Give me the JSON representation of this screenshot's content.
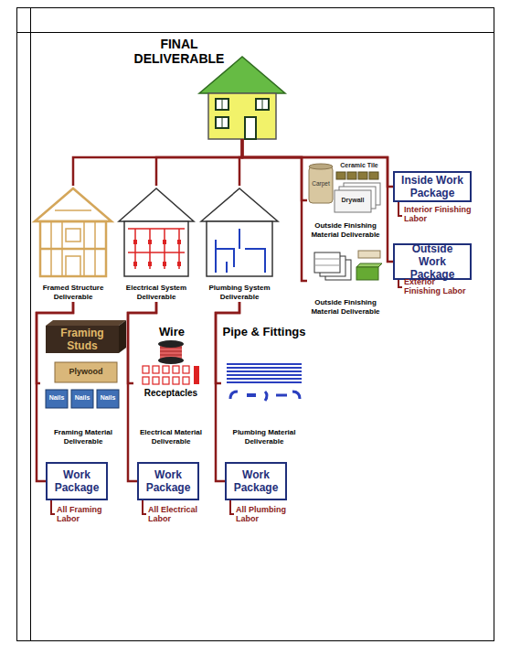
{
  "diagram": {
    "nodes": [
      {
        "text": [
          "FINAL DELIVERABLE"
        ]
      },
      {
        "text": [
          "Framed Structure Deliverable"
        ]
      },
      {
        "text": [
          "Electrical System Deliverable"
        ]
      },
      {
        "text": [
          "Plumbing System Deliverable"
        ]
      },
      {
        "text": [
          "Outside Finishing Material Deliverable"
        ]
      },
      {
        "text": [
          "Inside Work Package"
        ]
      },
      {
        "text": [
          "Outside Work Package"
        ]
      },
      {
        "text": [
          "Outside Finishing Material Deliverable"
        ]
      },
      {
        "text": [
          "Framing Material Deliverable"
        ]
      },
      {
        "text": [
          "Electrical Material Deliverable"
        ]
      },
      {
        "text": [
          "Plumbing Material Deliverable"
        ]
      },
      {
        "text": [
          "Work Package"
        ]
      },
      {
        "text": [
          "Work Package"
        ]
      },
      {
        "text": [
          "Work Package"
        ]
      }
    ],
    "edges": [
      {
        "from": 0,
        "to": 1,
        "arrow": "none"
      },
      {
        "from": 0,
        "to": 2,
        "arrow": "none"
      },
      {
        "from": 0,
        "to": 3,
        "arrow": "none"
      },
      {
        "from": 0,
        "to": 4,
        "arrow": "none"
      },
      {
        "from": 0,
        "to": 5,
        "arrow": "none"
      },
      {
        "from": 0,
        "to": 6,
        "arrow": "none"
      },
      {
        "from": 0,
        "to": 7,
        "arrow": "none"
      },
      {
        "from": 1,
        "to": 8,
        "arrow": "none"
      },
      {
        "from": 1,
        "to": 11,
        "arrow": "none"
      },
      {
        "from": 2,
        "to": 9,
        "arrow": "none"
      },
      {
        "from": 2,
        "to": 12,
        "arrow": "none"
      },
      {
        "from": 3,
        "to": 10,
        "arrow": "none"
      },
      {
        "from": 3,
        "to": 13,
        "arrow": "none"
      }
    ],
    "labels": [
      "Carpet",
      "Ceramic Tile",
      "Drywall",
      "Interior Finishing Labor",
      "Exterior Finishing Labor",
      "Framing Studs",
      "Plywood",
      "Nails",
      "Nails",
      "Nails",
      "Wire",
      "Receptacles",
      "Pipe & Fittings",
      "All Framing Labor",
      "All Electrical Labor",
      "All Plumbing Labor"
    ]
  }
}
